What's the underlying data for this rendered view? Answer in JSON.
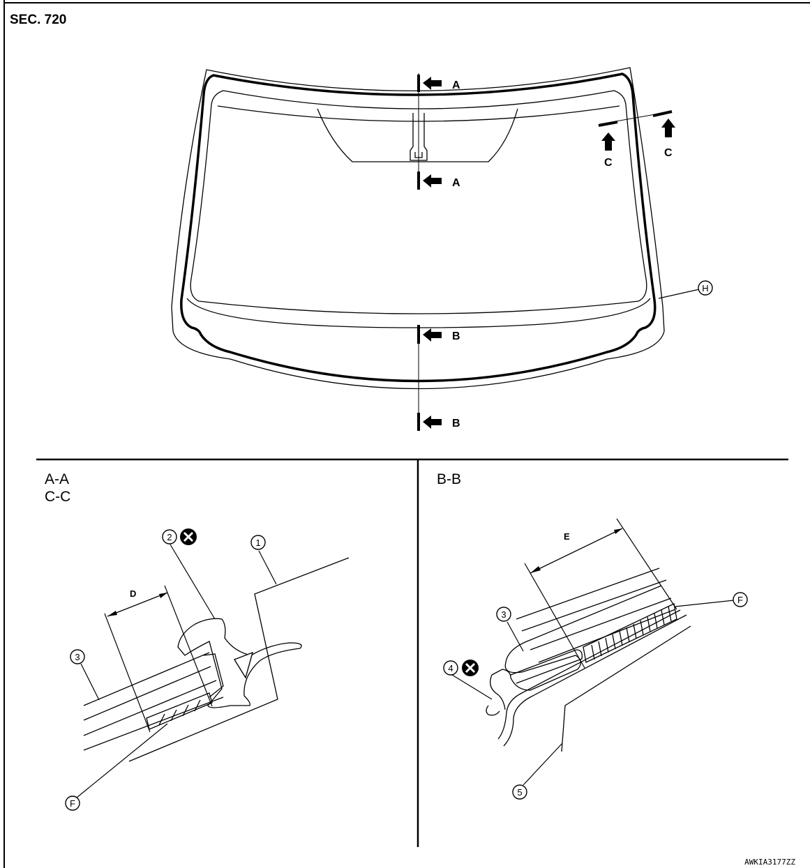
{
  "section_label": "SEC. 720",
  "figure_code": "AWKIA3177ZZ",
  "view_titles": {
    "aa": "A-A",
    "cc": "C-C",
    "bb": "B-B"
  },
  "section_marks": {
    "a": "A",
    "b": "B",
    "c": "C"
  },
  "callouts": {
    "n1": "1",
    "n2": "2",
    "n3": "3",
    "n4": "4",
    "n5": "5",
    "d": "D",
    "e": "E",
    "f": "F",
    "h": "H"
  },
  "icons": {
    "do_not_reuse": "do-not-reuse-icon"
  }
}
